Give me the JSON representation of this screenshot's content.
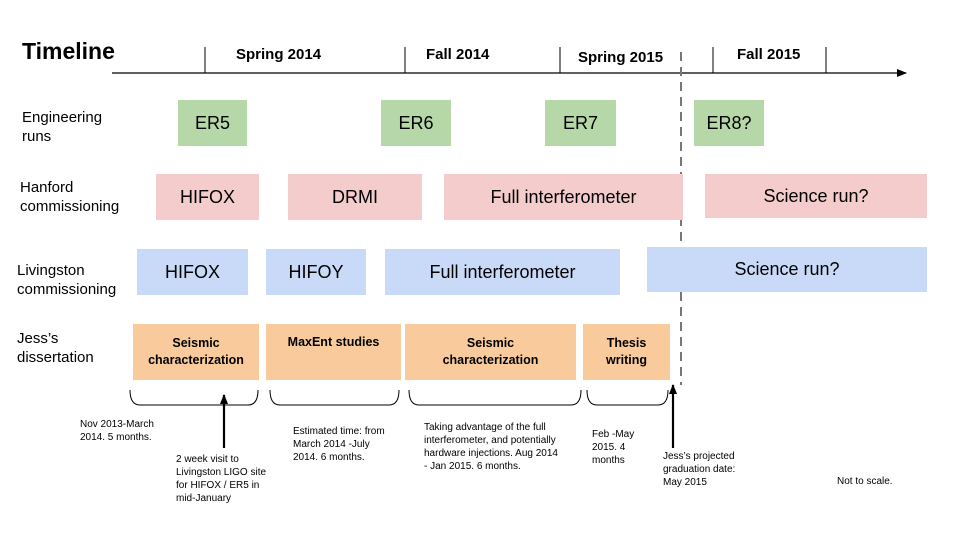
{
  "title": "Timeline",
  "periods": [
    "Spring 2014",
    "Fall 2014",
    "Spring 2015",
    "Fall 2015"
  ],
  "row_labels": {
    "engineering": [
      "Engineering",
      "runs"
    ],
    "hanford": [
      "Hanford",
      "commissioning"
    ],
    "livingston": [
      "Livingston",
      "commissioning"
    ],
    "dissertation": [
      "Jess’s",
      "dissertation"
    ]
  },
  "engineering_runs": [
    "ER5",
    "ER6",
    "ER7",
    "ER8?"
  ],
  "hanford_phases": [
    "HIFOX",
    "DRMI",
    "Full interferometer",
    "Science run?"
  ],
  "livingston_phases": [
    "HIFOX",
    "HIFOY",
    "Full interferometer",
    "Science run?"
  ],
  "dissertation_phases": [
    [
      "Seismic",
      "characterization"
    ],
    [
      "MaxEnt studies"
    ],
    [
      "Seismic",
      "characterization"
    ],
    [
      "Thesis",
      "writing"
    ]
  ],
  "notes": {
    "phase1": [
      "Nov 2013-March",
      "2014. 5 months."
    ],
    "visit": [
      "2 week visit to",
      "Livingston LIGO site",
      "for HIFOX / ER5 in",
      "mid-January"
    ],
    "phase2": [
      "Estimated time: from",
      "March 2014 -July",
      "2014. 6 months."
    ],
    "phase3": [
      "Taking advantage of the full",
      "interferometer, and potentially",
      "hardware injections. Aug 2014",
      "- Jan 2015. 6 months."
    ],
    "phase4": [
      "Feb -May",
      "2015. 4",
      "months"
    ],
    "graduation": [
      "Jess’s projected",
      "graduation date:",
      "May 2015"
    ],
    "scale": [
      "Not to scale."
    ]
  },
  "colors": {
    "engineering": "#b6d7a8",
    "hanford": "#f4cccc",
    "livingston": "#c9daf8",
    "dissertation": "#f9cb9c"
  }
}
